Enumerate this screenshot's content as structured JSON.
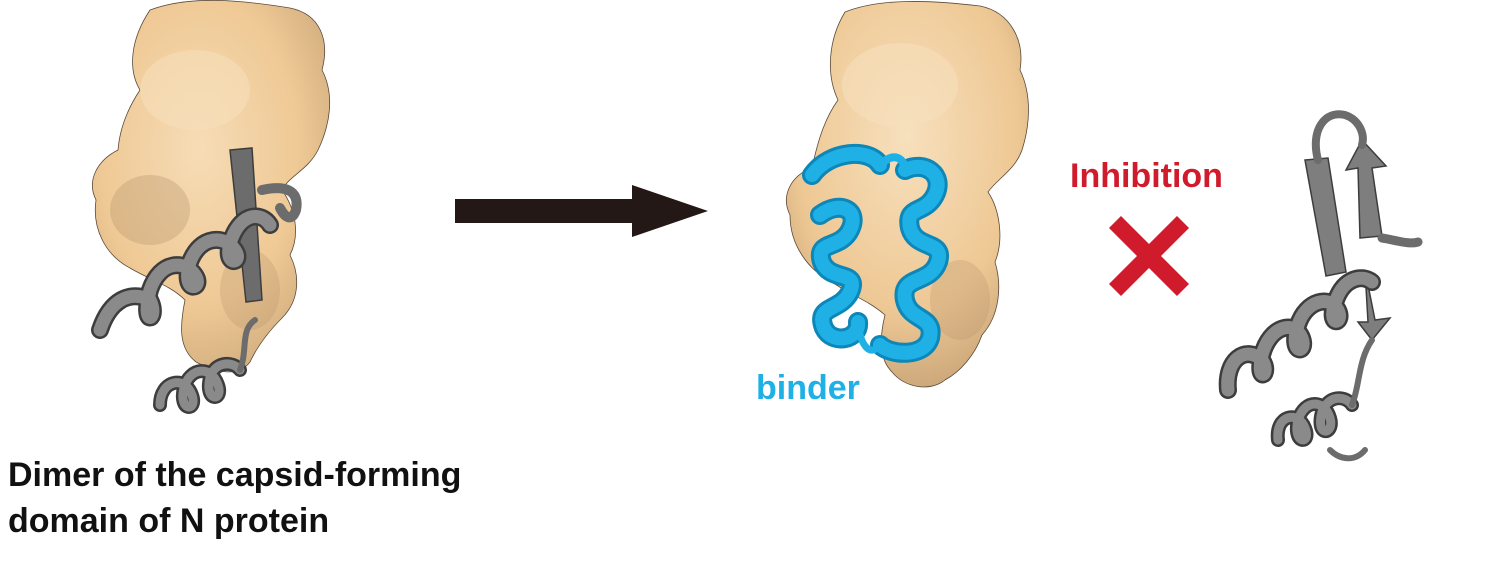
{
  "caption": {
    "line1": "Dimer of the capsid-forming",
    "line2": "domain of N protein"
  },
  "labels": {
    "binder": "binder",
    "inhibition": "Inhibition"
  },
  "colors": {
    "surface": "#f1cf9f",
    "surface_shadow": "#c9a679",
    "ribbon_gray": "#7b7b7b",
    "ribbon_dark": "#4f4f4f",
    "binder_blue": "#1fb1e6",
    "binder_blue_dark": "#0d86b8",
    "inhibition_red": "#cf1b2c",
    "arrow": "#231815"
  },
  "icons": {
    "arrow": "right-arrow-icon",
    "cross": "cross-mark-icon"
  }
}
